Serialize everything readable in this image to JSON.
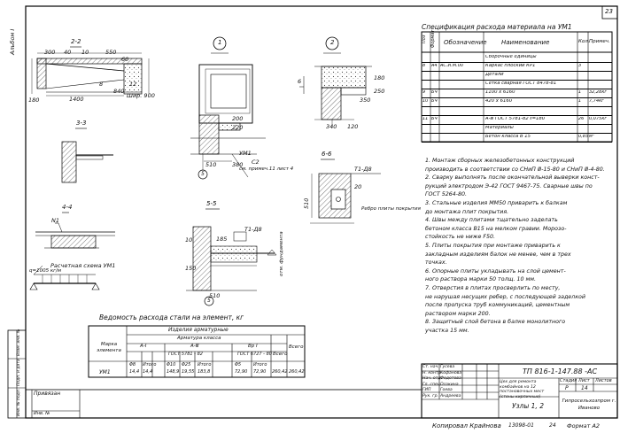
{
  "sheet_number": "23",
  "left_margin": {
    "stamp": "Взам. инв. №",
    "stamp2": "Подп. и дата",
    "stamp3": "Инв. № подл.",
    "album_label": "Альбом I"
  },
  "sections": {
    "s22": "2-2",
    "s33": "3-3",
    "s44": "4-4",
    "s55": "5-5",
    "s66": "6-6",
    "node1": "1",
    "node2": "2",
    "node5a": "5",
    "node5b": "5"
  },
  "dims_22": {
    "d300": "300",
    "d40": "40",
    "d10": "10",
    "d550": "550",
    "d60": "60",
    "d1400": "1400",
    "d840": "840",
    "d180": "180",
    "d8": "8",
    "d12": "12",
    "shir": "Шир. 900"
  },
  "node1_labels": {
    "d200": "200",
    "d220": "220",
    "d510": "510",
    "d380": "380",
    "c2": "С2",
    "ref": "см. примеч.11 лист 4",
    "m1": "УМ1"
  },
  "node2_labels": {
    "d180": "180",
    "d250": "250",
    "d340": "340",
    "d120": "120",
    "d350": "350",
    "d6": "6"
  },
  "s44_labels": {
    "h1": "Расчетная схема УМ1",
    "load": "q=1005 кг/м",
    "n1": "N1"
  },
  "s55_labels": {
    "t": "Т1-Д8",
    "d185": "185",
    "d510": "510",
    "d10": "10",
    "d150": "150",
    "mark": "отм. фундамента"
  },
  "s66_labels": {
    "t": "Т1-Д8",
    "rebro": "Ребро плиты покрытия",
    "d510": "510",
    "d20": "20"
  },
  "spec": {
    "title": "Спецификация расхода материала на УМ1",
    "headers": [
      "Поз",
      "Формат",
      "Обозначение",
      "Наименование",
      "Кол.",
      "Примеч."
    ],
    "rows": [
      {
        "pos": "",
        "fmt": "",
        "des": "",
        "name": "Сборочные единицы",
        "qty": "",
        "note": ""
      },
      {
        "pos": "8",
        "fmt": "А4",
        "des": "АС.И.М.00",
        "name": "Каркас плоский КР1",
        "qty": "3",
        "note": ""
      },
      {
        "pos": "",
        "fmt": "",
        "des": "",
        "name": "Детали",
        "qty": "",
        "note": ""
      },
      {
        "pos": "",
        "fmt": "",
        "des": "",
        "name": "Сетка сварная ГОСТ 8478-81",
        "qty": "",
        "note": ""
      },
      {
        "pos": "9",
        "fmt": "БЧ",
        "des": "",
        "name": "1100 х 6160",
        "qty": "1",
        "note": "32,28кг"
      },
      {
        "pos": "10",
        "fmt": "БЧ",
        "des": "",
        "name": "420 х 6160",
        "qty": "1",
        "note": "7,74кг"
      },
      {
        "pos": "",
        "fmt": "",
        "des": "",
        "name": "",
        "qty": "",
        "note": ""
      },
      {
        "pos": "11",
        "fmt": "БЧ",
        "des": "",
        "name": "А-Ⅲ ГОСТ 5781-82 ℓ=180",
        "qty": "26",
        "note": "0,075кг"
      },
      {
        "pos": "",
        "fmt": "",
        "des": "",
        "name": "Материалы",
        "qty": "",
        "note": ""
      },
      {
        "pos": "",
        "fmt": "",
        "des": "",
        "name": "Бетон класса В 15",
        "qty": "0,85",
        "note": "м³"
      }
    ]
  },
  "notes": [
    "1. Монтаж сборных железобетонных конструкций",
    "производить в соответствии со СНиП Ⅲ-15-80 и СНиП Ⅲ-4-80.",
    "2. Сварку выполнять после окончательной выверки конст-",
    "рукций электродом Э-42 ГОСТ 9467-75. Сварные швы по",
    "ГОСТ 5264-80.",
    "3. Стальные изделия ММ50 приварить к балкам",
    "до монтажа плит покрытия.",
    "4. Швы между плитами тщательно заделать",
    "бетоном класса В15 на мелком гравии. Морозо-",
    "стойкость не ниже F50.",
    "5. Плиты покрытия при монтаже приварить к",
    "закладным изделиям балок не менее, чем в трех",
    "точках.",
    "6. Опорные плиты укладывать на слой цемент-",
    "ного раствора марки 50 толщ. 10 мм.",
    "7. Отверстия в плитах просверлить по месту,",
    "не нарушая несущих ребер, с последующей заделкой",
    "после пропуска труб коммуникаций, цементным",
    "раствором марки 200.",
    "8. Защитный слой бетона в балке монолитного",
    "участка 15 мм."
  ],
  "steel_table": {
    "title": "Ведомость расхода стали на элемент, кг",
    "mark_header": "Марка элемента",
    "products_header": "Изделия арматурные",
    "rebar_header": "Арматура класса",
    "a1": "А-Ⅰ",
    "a3": "А-Ⅲ",
    "bp1": "Вр Ⅰ",
    "gost1": "ГОСТ 5781 - 82",
    "gost2": "ГОСТ 6727 - 80",
    "sub": [
      "Φ8",
      "Итого",
      "Φ10",
      "Φ25",
      "Итого",
      "Φ5",
      "Итого"
    ],
    "total": "Всего",
    "grand": "Всего",
    "row": {
      "mark": "УМ1",
      "v": [
        "14,4",
        "14,4",
        "148,9",
        "19,55",
        "183,8",
        "72,90",
        "72,90",
        "260,42",
        "260,42"
      ]
    }
  },
  "title_block": {
    "code": "ТП 816-1-147.88 -АС",
    "roles": [
      "Ст. нач.",
      "Н. контр.",
      "Нач. отд.",
      "Гл. спец.",
      "ГИП",
      "Рук. гр."
    ],
    "names": [
      "Гусева",
      "Кофанова",
      "Федотова",
      "Осокина",
      "Гоева",
      "Андреева"
    ],
    "desc": "Цех для ремонта комбайнов на 12 постановочных мест (стены кирпичные)",
    "stage_h": "Стадия",
    "sheet_h": "Лист",
    "sheets_h": "Листов",
    "stage": "Р",
    "sheet": "14",
    "drawing": "Узлы 1, 2",
    "org": "Гипросельхозпром г. Иваново",
    "privyazan": "Привязан",
    "inv": "Инв. №",
    "copied": "Копировал  Крайнова",
    "order": "13098-01",
    "num": "24",
    "format": "Формат А2"
  }
}
